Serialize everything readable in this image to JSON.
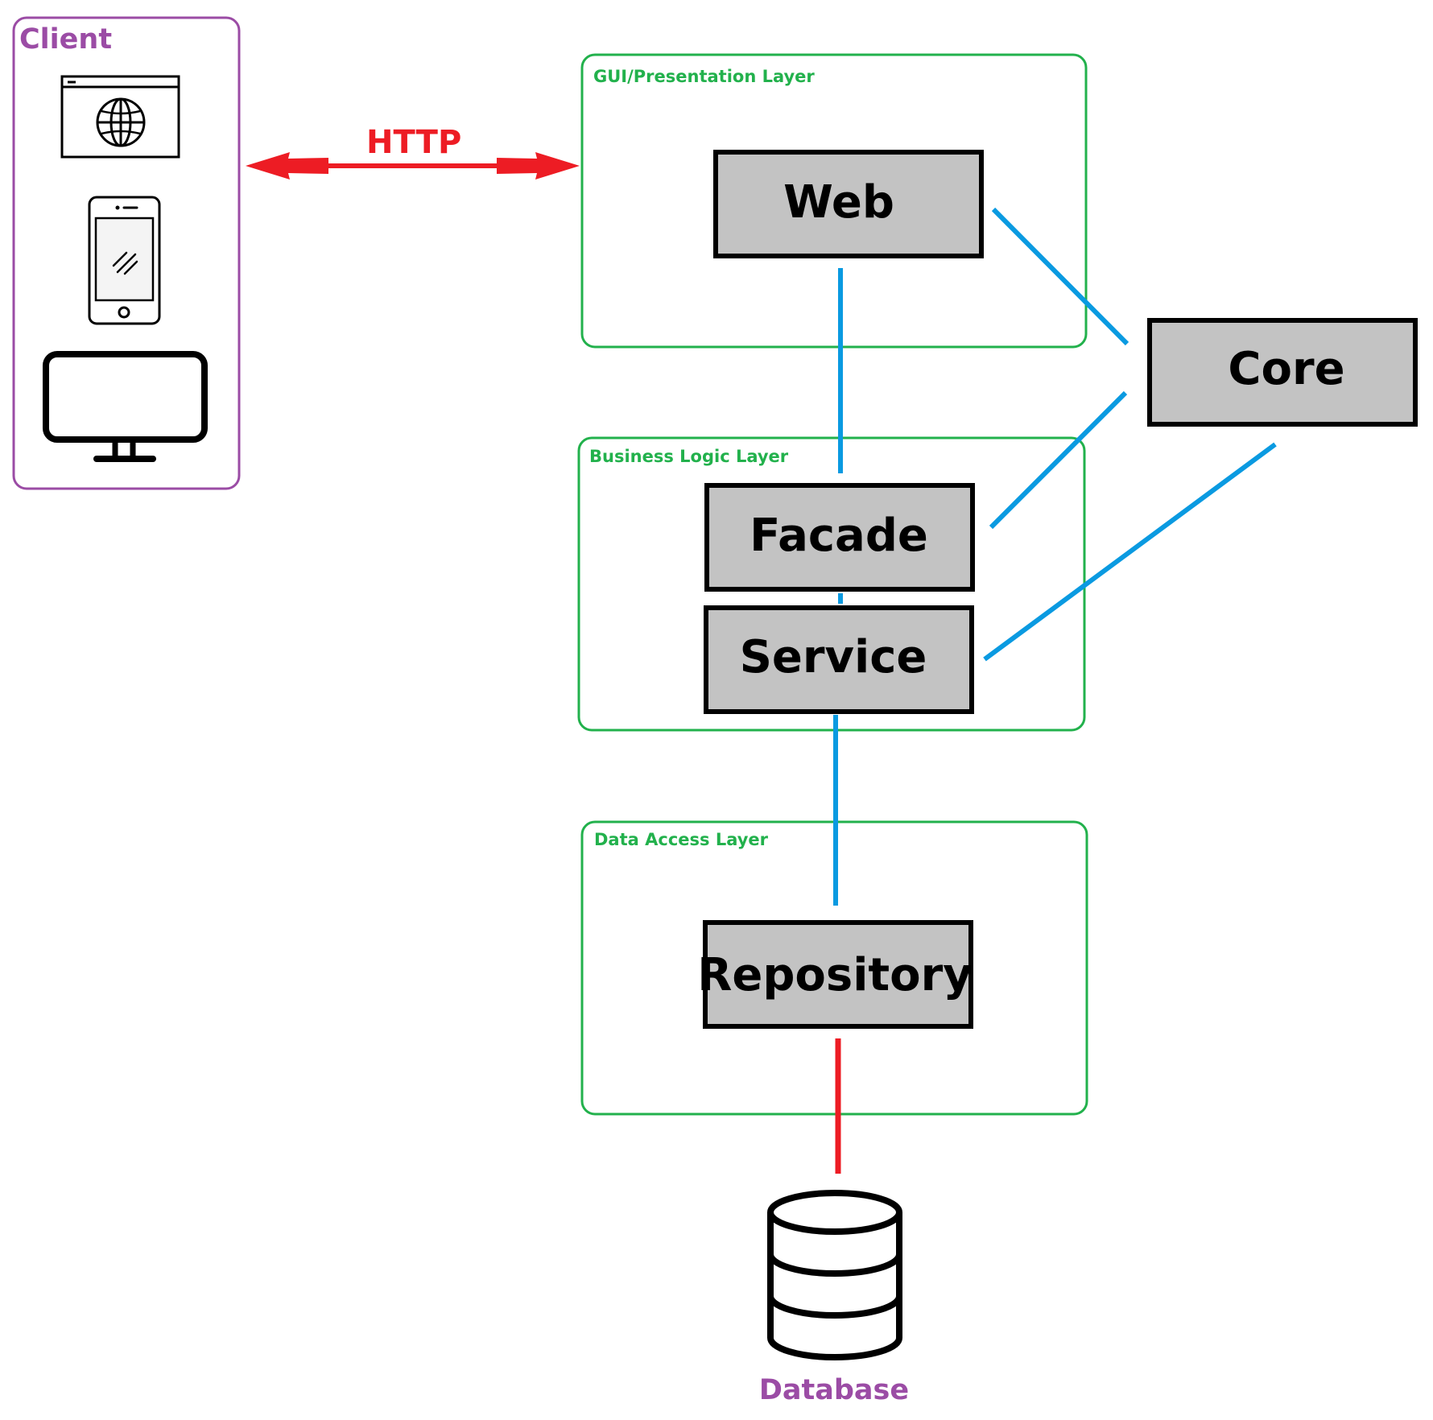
{
  "colors": {
    "client": "#9b4ca5",
    "layer": "#22b14c",
    "http": "#ed1c24",
    "link": "#0a9ae1",
    "component_fill": "#c3c3c3",
    "component_border": "#000000"
  },
  "client": {
    "title": "Client",
    "icons": [
      "browser-globe-icon",
      "smartphone-icon",
      "monitor-icon"
    ]
  },
  "http_label": "HTTP",
  "layers": {
    "gui": "GUI/Presentation Layer",
    "business": "Business Logic Layer",
    "data": "Data Access Layer"
  },
  "components": {
    "web": "Web",
    "facade": "Facade",
    "service": "Service",
    "repository": "Repository",
    "core": "Core"
  },
  "database": {
    "label": "Database",
    "icon": "database-icon"
  }
}
